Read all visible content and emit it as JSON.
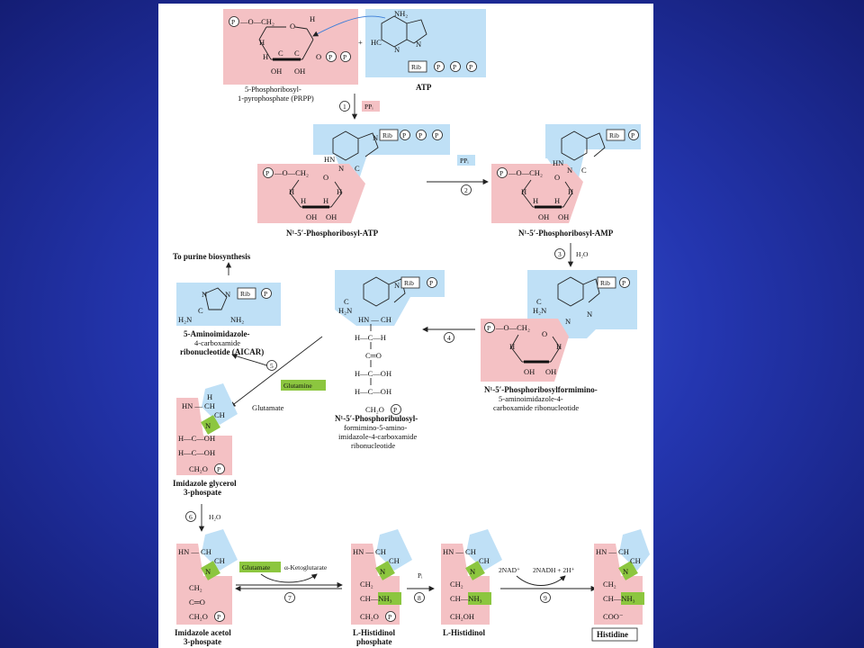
{
  "prpp": {
    "caption1": "5-Phosphoribosyl-",
    "caption2": "1-pyrophosphate (PRPP)",
    "p": "P",
    "o_ch2": "—O—CH₂",
    "o": "O",
    "h": "H",
    "c": "C",
    "oh": "OH"
  },
  "atp": {
    "caption": "ATP",
    "nh2": "NH₂",
    "hc": "HC",
    "n": "N",
    "rib": "Rib",
    "p": "P"
  },
  "plus": "+",
  "steps": {
    "s1": "1",
    "s2": "2",
    "s3": "3",
    "s4": "4",
    "s5": "5",
    "s6": "6",
    "s7": "7",
    "s8": "8",
    "s9": "9"
  },
  "ppi": "PPᵢ",
  "h2o": "H₂O",
  "pi": "Pᵢ",
  "n1_atp": {
    "caption": "N¹-5′-Phosphoribosyl-ATP"
  },
  "n1_amp": {
    "caption": "N¹-5′-Phosphoribosyl-AMP"
  },
  "hn": "HN",
  "ch": "CH",
  "c_eq": "C",
  "h2n": "H₂N",
  "prfar": {
    "line1": "N¹-5′-Phosphoribosylformimino-",
    "line2": "5-aminoimidazole-4-",
    "line3": "carboxamide ribonucleotide"
  },
  "prfar2": {
    "line1": "N¹-5′-Phosphoribulosyl-",
    "line2": "formimino-5-amino-",
    "line3": "imidazole-4-carboxamide",
    "line4": "ribonucleotide",
    "hc_h": "H—C—H",
    "c_o": "C═O",
    "h_oh": "H—C—OH",
    "ch2op": "CH₂O",
    "hn_ch": "HN — CH"
  },
  "aicar": {
    "line1": "5-Aminoimidazole-",
    "line2": "4-carboxamide",
    "line3": "ribonucleotide (AICAR)",
    "nh2": "NH₂"
  },
  "to_purine": "To purine biosynthesis",
  "glutamine": "Glutamine",
  "glutamate": "Glutamate",
  "igp": {
    "line1": "Imidazole glycerol",
    "line2": "3-phospate",
    "oh": "OH"
  },
  "iap": {
    "line1": "Imidazole acetol",
    "line2": "3-phospate",
    "co": "C═O"
  },
  "hp": {
    "line1": "L-Histidinol",
    "line2": "phosphate"
  },
  "hol": {
    "line1": "L-Histidinol",
    "ch2oh": "CH₂OH"
  },
  "his": {
    "caption": "Histidine",
    "coo": "COO⁻"
  },
  "alpha_kg": "α-Ketoglutarate",
  "nad": "2NAD⁺",
  "nadh": "2NADH + 2H⁺",
  "ch_nh3": "CH—NH₃",
  "ch2": "CH₂",
  "n_lbl": "N",
  "h_lbl": "H"
}
